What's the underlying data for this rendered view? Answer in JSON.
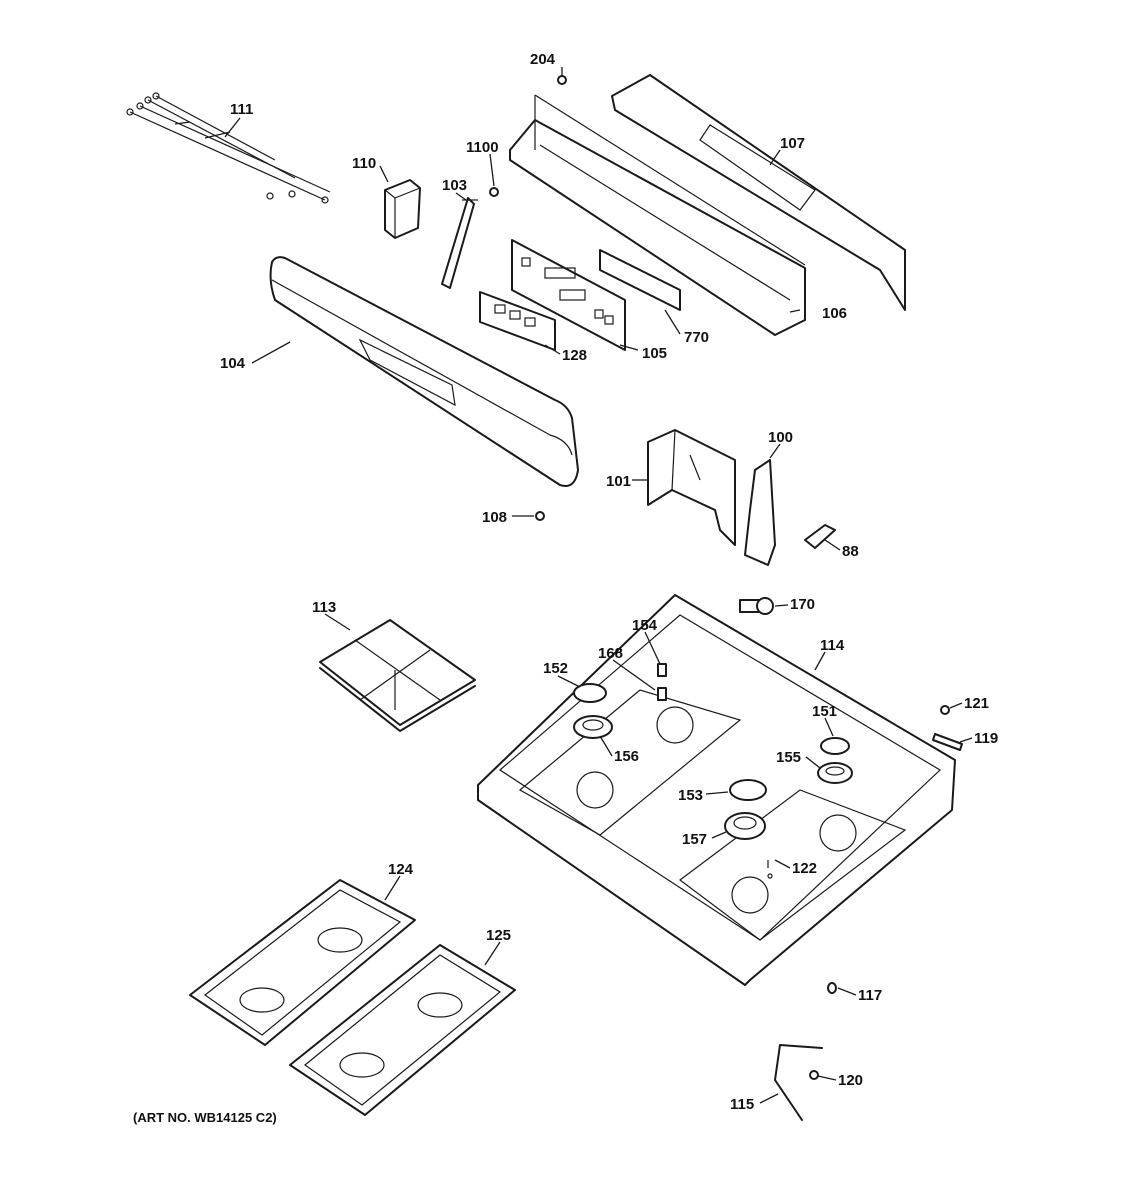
{
  "parts": [
    {
      "key": "p204",
      "label": "204"
    },
    {
      "key": "p111",
      "label": "111"
    },
    {
      "key": "p107",
      "label": "107"
    },
    {
      "key": "p1100",
      "label": "1100"
    },
    {
      "key": "p110",
      "label": "110"
    },
    {
      "key": "p103",
      "label": "103"
    },
    {
      "key": "p106",
      "label": "106"
    },
    {
      "key": "p770",
      "label": "770"
    },
    {
      "key": "p104",
      "label": "104"
    },
    {
      "key": "p128",
      "label": "128"
    },
    {
      "key": "p105",
      "label": "105"
    },
    {
      "key": "p100",
      "label": "100"
    },
    {
      "key": "p101",
      "label": "101"
    },
    {
      "key": "p108",
      "label": "108"
    },
    {
      "key": "p88",
      "label": "88"
    },
    {
      "key": "p170",
      "label": "170"
    },
    {
      "key": "p113",
      "label": "113"
    },
    {
      "key": "p154",
      "label": "154"
    },
    {
      "key": "p114",
      "label": "114"
    },
    {
      "key": "p152",
      "label": "152"
    },
    {
      "key": "p168",
      "label": "168"
    },
    {
      "key": "p121",
      "label": "121"
    },
    {
      "key": "p151",
      "label": "151"
    },
    {
      "key": "p119",
      "label": "119"
    },
    {
      "key": "p156",
      "label": "156"
    },
    {
      "key": "p155",
      "label": "155"
    },
    {
      "key": "p153",
      "label": "153"
    },
    {
      "key": "p157",
      "label": "157"
    },
    {
      "key": "p122",
      "label": "122"
    },
    {
      "key": "p124",
      "label": "124"
    },
    {
      "key": "p125",
      "label": "125"
    },
    {
      "key": "p117",
      "label": "117"
    },
    {
      "key": "p120",
      "label": "120"
    },
    {
      "key": "p115",
      "label": "115"
    }
  ],
  "art_number": "(ART NO. WB14125 C2)"
}
